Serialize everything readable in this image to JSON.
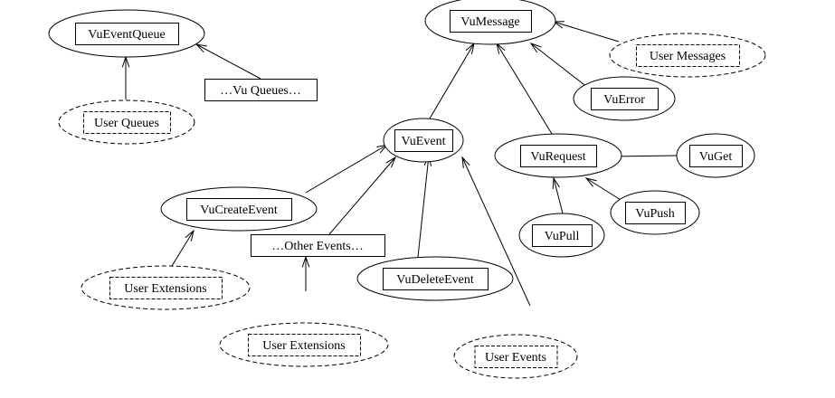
{
  "diagram": {
    "nodes": [
      {
        "id": "VuEventQueue",
        "label": "VuEventQueue",
        "shape": "ellipse",
        "style": "solid"
      },
      {
        "id": "VuQueues",
        "label": "…Vu Queues…",
        "shape": "box",
        "style": "solid"
      },
      {
        "id": "UserQueues",
        "label": "User Queues",
        "shape": "ellipse",
        "style": "dashed"
      },
      {
        "id": "VuMessage",
        "label": "VuMessage",
        "shape": "ellipse",
        "style": "solid"
      },
      {
        "id": "UserMessages",
        "label": "User Messages",
        "shape": "ellipse",
        "style": "dashed"
      },
      {
        "id": "VuError",
        "label": "VuError",
        "shape": "ellipse",
        "style": "solid"
      },
      {
        "id": "VuEvent",
        "label": "VuEvent",
        "shape": "ellipse",
        "style": "solid"
      },
      {
        "id": "VuRequest",
        "label": "VuRequest",
        "shape": "ellipse",
        "style": "solid"
      },
      {
        "id": "VuGet",
        "label": "VuGet",
        "shape": "ellipse",
        "style": "solid"
      },
      {
        "id": "VuPush",
        "label": "VuPush",
        "shape": "ellipse",
        "style": "solid"
      },
      {
        "id": "VuPull",
        "label": "VuPull",
        "shape": "ellipse",
        "style": "solid"
      },
      {
        "id": "VuCreateEvent",
        "label": "VuCreateEvent",
        "shape": "ellipse",
        "style": "solid"
      },
      {
        "id": "OtherEvents",
        "label": "…Other Events…",
        "shape": "box",
        "style": "solid"
      },
      {
        "id": "VuDeleteEvent",
        "label": "VuDeleteEvent",
        "shape": "ellipse",
        "style": "solid"
      },
      {
        "id": "UserExtensions1",
        "label": "User Extensions",
        "shape": "ellipse",
        "style": "dashed"
      },
      {
        "id": "UserExtensions2",
        "label": "User Extensions",
        "shape": "ellipse",
        "style": "dashed"
      },
      {
        "id": "UserEvents",
        "label": "User Events",
        "shape": "ellipse",
        "style": "dashed"
      }
    ],
    "edges": [
      {
        "from": "UserQueues",
        "to": "VuEventQueue"
      },
      {
        "from": "VuQueues",
        "to": "VuEventQueue"
      },
      {
        "from": "UserMessages",
        "to": "VuMessage"
      },
      {
        "from": "VuError",
        "to": "VuMessage"
      },
      {
        "from": "VuEvent",
        "to": "VuMessage"
      },
      {
        "from": "VuRequest",
        "to": "VuMessage"
      },
      {
        "from": "VuGet",
        "to": "VuRequest"
      },
      {
        "from": "VuPush",
        "to": "VuRequest"
      },
      {
        "from": "VuPull",
        "to": "VuRequest"
      },
      {
        "from": "VuCreateEvent",
        "to": "VuEvent"
      },
      {
        "from": "OtherEvents",
        "to": "VuEvent"
      },
      {
        "from": "VuDeleteEvent",
        "to": "VuEvent"
      },
      {
        "from": "UserEvents",
        "to": "VuEvent"
      },
      {
        "from": "UserExtensions1",
        "to": "VuCreateEvent"
      },
      {
        "from": "UserExtensions2",
        "to": "OtherEvents"
      }
    ]
  }
}
